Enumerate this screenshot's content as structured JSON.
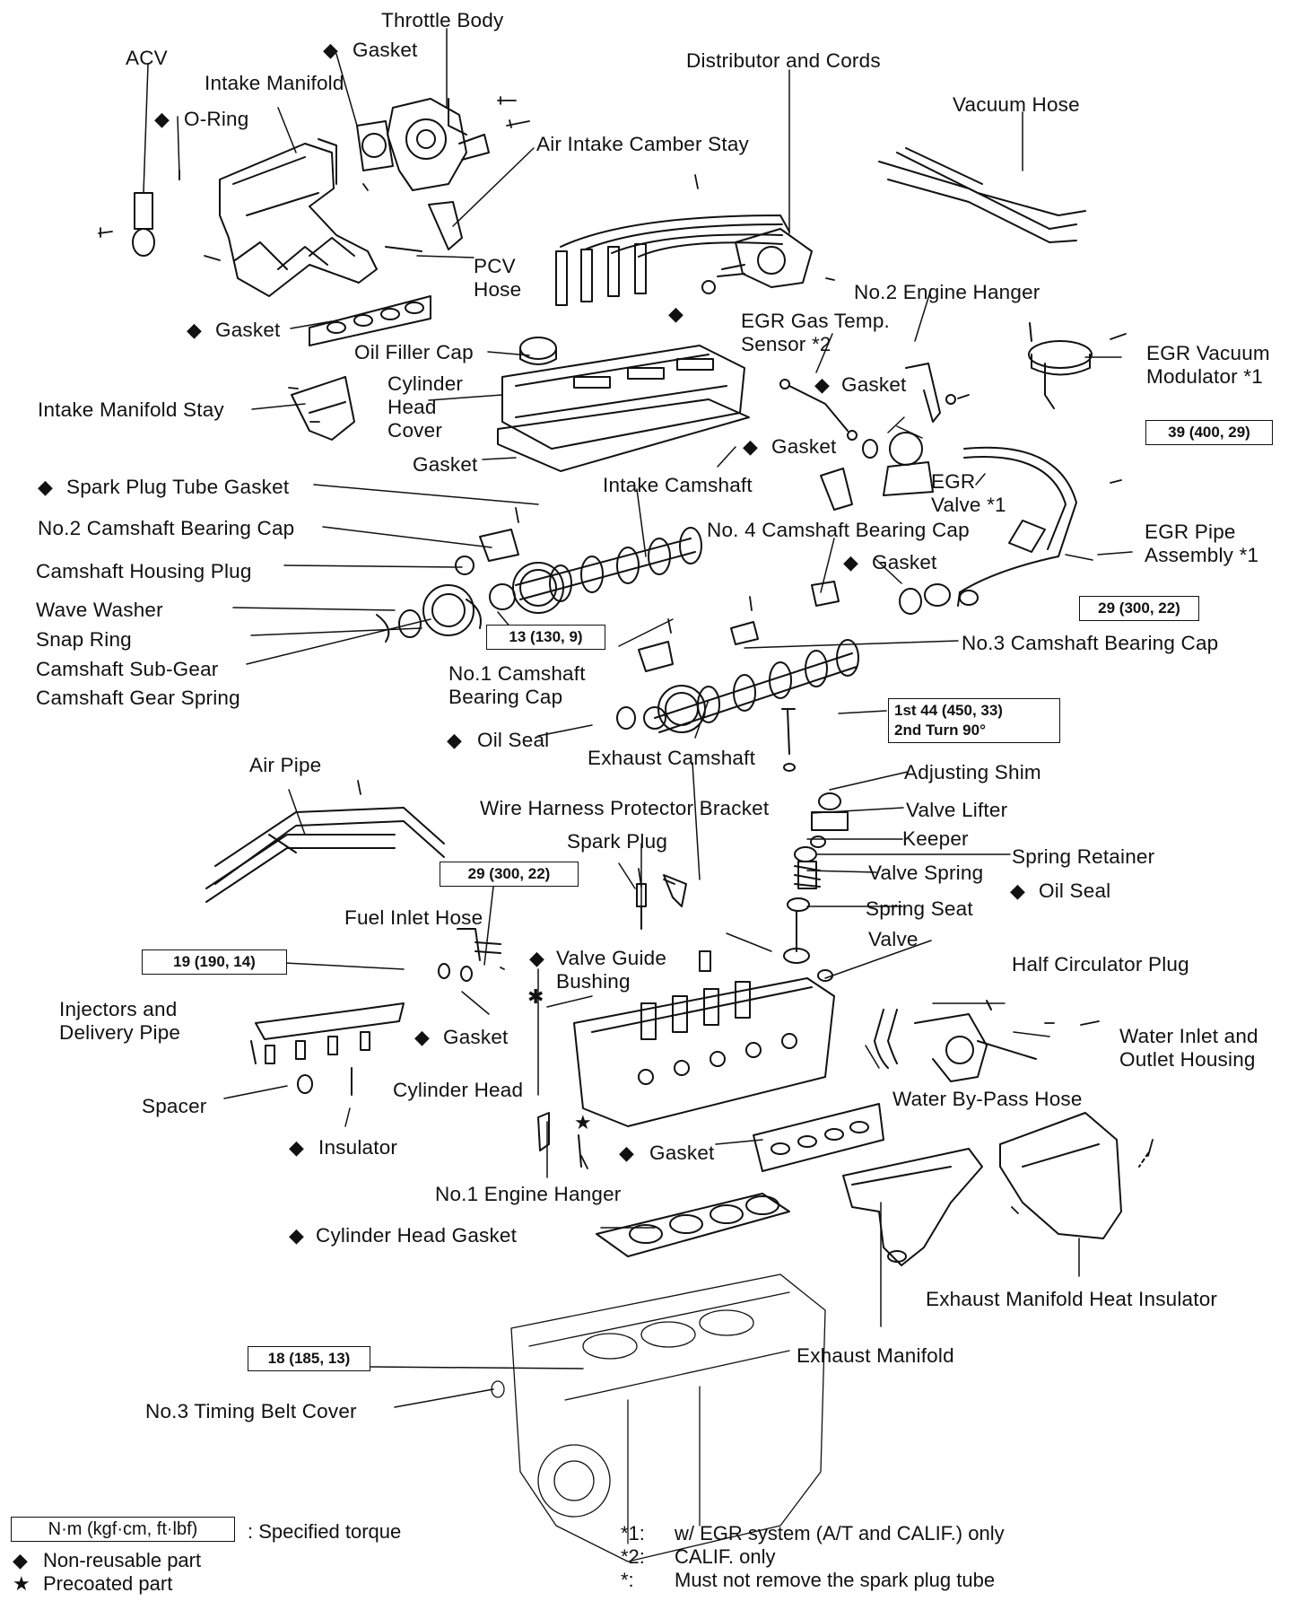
{
  "colors": {
    "ink": "#111111",
    "background": "#ffffff"
  },
  "labels": {
    "throttle_body": "Throttle Body",
    "gasket_throttle": "Gasket",
    "acv": "ACV",
    "intake_manifold": "Intake Manifold",
    "o_ring": "O-Ring",
    "distributor": "Distributor and Cords",
    "vacuum_hose": "Vacuum Hose",
    "air_intake_stay": "Air Intake Camber Stay",
    "pcv_hose": "PCV\nHose",
    "gasket_intake": "Gasket",
    "no2_engine_hanger": "No.2 Engine Hanger",
    "egr_temp_sensor": "EGR Gas Temp.\nSensor *2",
    "egr_vacuum_modulator": "EGR Vacuum\nModulator *1",
    "oil_filler_cap": "Oil Filler Cap",
    "cylinder_head_cover": "Cylinder\nHead\nCover",
    "intake_manifold_stay": "Intake Manifold Stay",
    "gasket_egr": "Gasket",
    "gasket_egr_valve": "Gasket",
    "gasket_head_cover": "Gasket",
    "egr_valve": "EGR\nValve *1",
    "spark_plug_tube_gasket": "Spark Plug Tube Gasket",
    "intake_camshaft": "Intake Camshaft",
    "no2_bearing_cap": "No.2 Camshaft Bearing Cap",
    "no4_bearing_cap": "No. 4 Camshaft Bearing Cap",
    "egr_pipe": "EGR Pipe\nAssembly *1",
    "housing_plug": "Camshaft Housing Plug",
    "gasket_egr_pipe": "Gasket",
    "wave_washer": "Wave Washer",
    "snap_ring": "Snap Ring",
    "sub_gear": "Camshaft Sub-Gear",
    "gear_spring": "Camshaft Gear Spring",
    "no3_bearing_cap": "No.3 Camshaft Bearing Cap",
    "no1_bearing_cap": "No.1 Camshaft\nBearing Cap",
    "oil_seal_cam": "Oil Seal",
    "exhaust_camshaft": "Exhaust Camshaft",
    "adjusting_shim": "Adjusting Shim",
    "valve_lifter": "Valve Lifter",
    "keeper": "Keeper",
    "spring_retainer": "Spring Retainer",
    "valve_spring": "Valve Spring",
    "oil_seal_valve": "Oil Seal",
    "spring_seat": "Spring Seat",
    "valve": "Valve",
    "air_pipe": "Air Pipe",
    "wire_harness_bracket": "Wire Harness Protector Bracket",
    "spark_plug": "Spark Plug",
    "fuel_inlet_hose": "Fuel Inlet Hose",
    "valve_guide_bushing": "Valve Guide\nBushing",
    "half_circulator_plug": "Half Circulator Plug",
    "injectors": "Injectors and\nDelivery Pipe",
    "gasket_fuel": "Gasket",
    "water_inlet_housing": "Water Inlet and\nOutlet Housing",
    "cylinder_head": "Cylinder Head",
    "water_bypass_hose": "Water By-Pass Hose",
    "spacer": "Spacer",
    "insulator": "Insulator",
    "gasket_exhaust": "Gasket",
    "no1_engine_hanger": "No.1 Engine Hanger",
    "cylinder_head_gasket": "Cylinder Head Gasket",
    "exhaust_heat_insulator": "Exhaust Manifold Heat Insulator",
    "exhaust_manifold": "Exhaust Manifold",
    "no3_timing_belt_cover": "No.3 Timing Belt Cover"
  },
  "torques": {
    "egr_pipe_nut": "39 (400, 29)",
    "egr_pipe_bolt": "29 (300, 22)",
    "bearing_cap_bolt": "13 (130, 9)",
    "head_bolt": "1st 44 (450, 33)\n2nd Turn 90°",
    "fuel_union": "29 (300, 22)",
    "delivery_pipe": "19 (190, 14)",
    "timing_cover": "18 (185, 13)"
  },
  "legend": {
    "torque_box": "N·m (kgf·cm, ft·lbf)",
    "torque_desc": ": Specified torque",
    "non_reusable": "Non-reusable part",
    "precoated": "Precoated part"
  },
  "notes": [
    {
      "mark": "*1:",
      "text": "w/ EGR system (A/T and CALIF.) only"
    },
    {
      "mark": "*2:",
      "text": "CALIF. only"
    },
    {
      "mark": "*:",
      "text": "Must not remove the spark plug tube"
    }
  ],
  "symbols": {
    "diamond": "◆",
    "star": "★",
    "asterisk": "✱"
  }
}
